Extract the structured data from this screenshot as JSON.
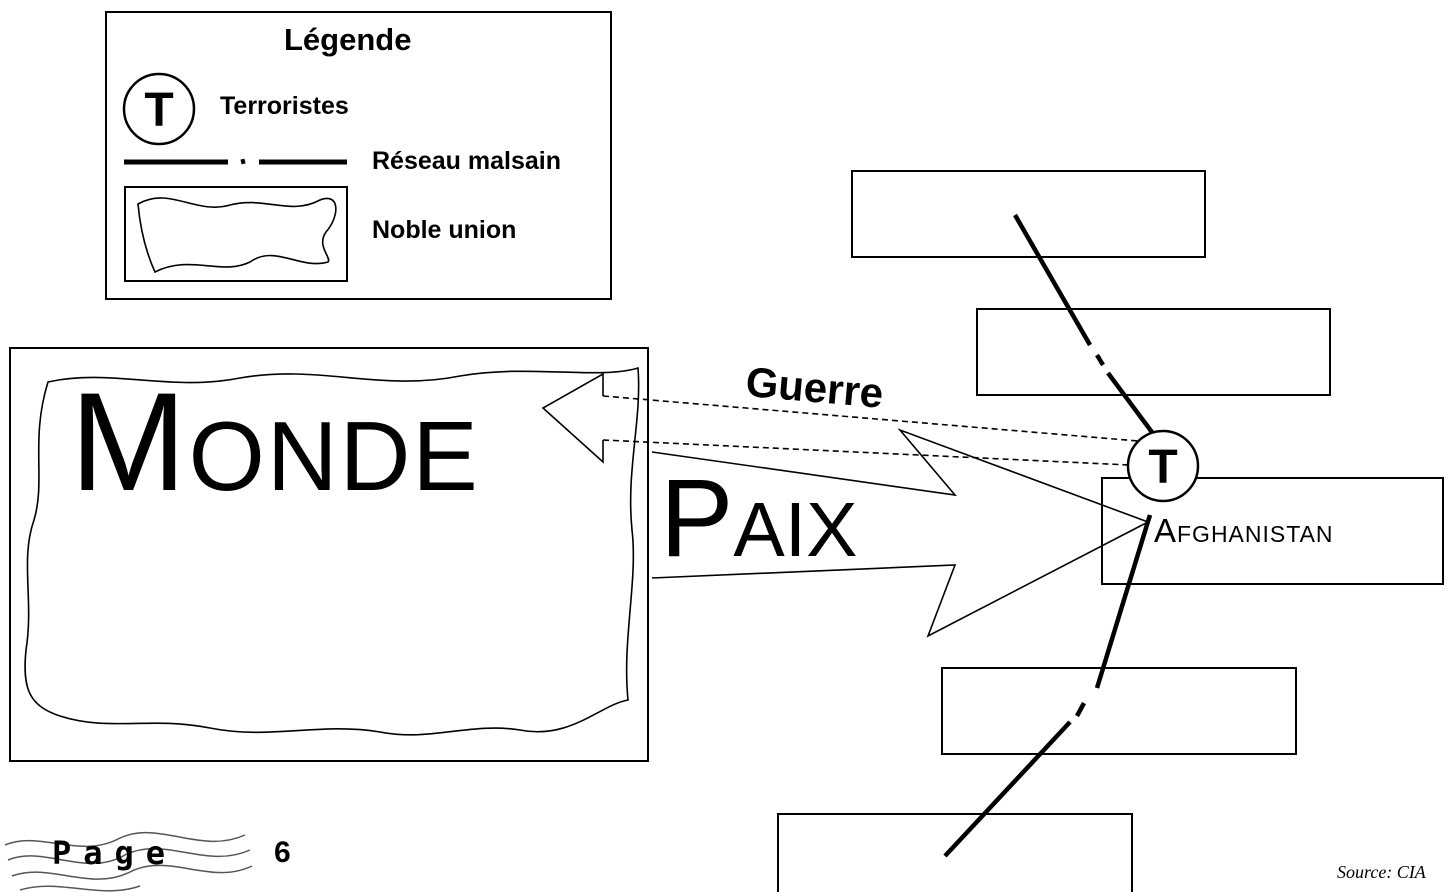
{
  "legend": {
    "title": "Légende",
    "items": [
      {
        "symbol": "T",
        "label": "Terroristes"
      },
      {
        "label": "Réseau malsain"
      },
      {
        "label": "Noble union"
      }
    ]
  },
  "diagram": {
    "world_label": "Monde",
    "peace_label": "Paix",
    "war_label": "Guerre",
    "terrorist_symbol": "T",
    "country_label": "Afghanistan"
  },
  "footer": {
    "page_label": "Page",
    "page_number": "6",
    "source": "Source: CIA"
  }
}
